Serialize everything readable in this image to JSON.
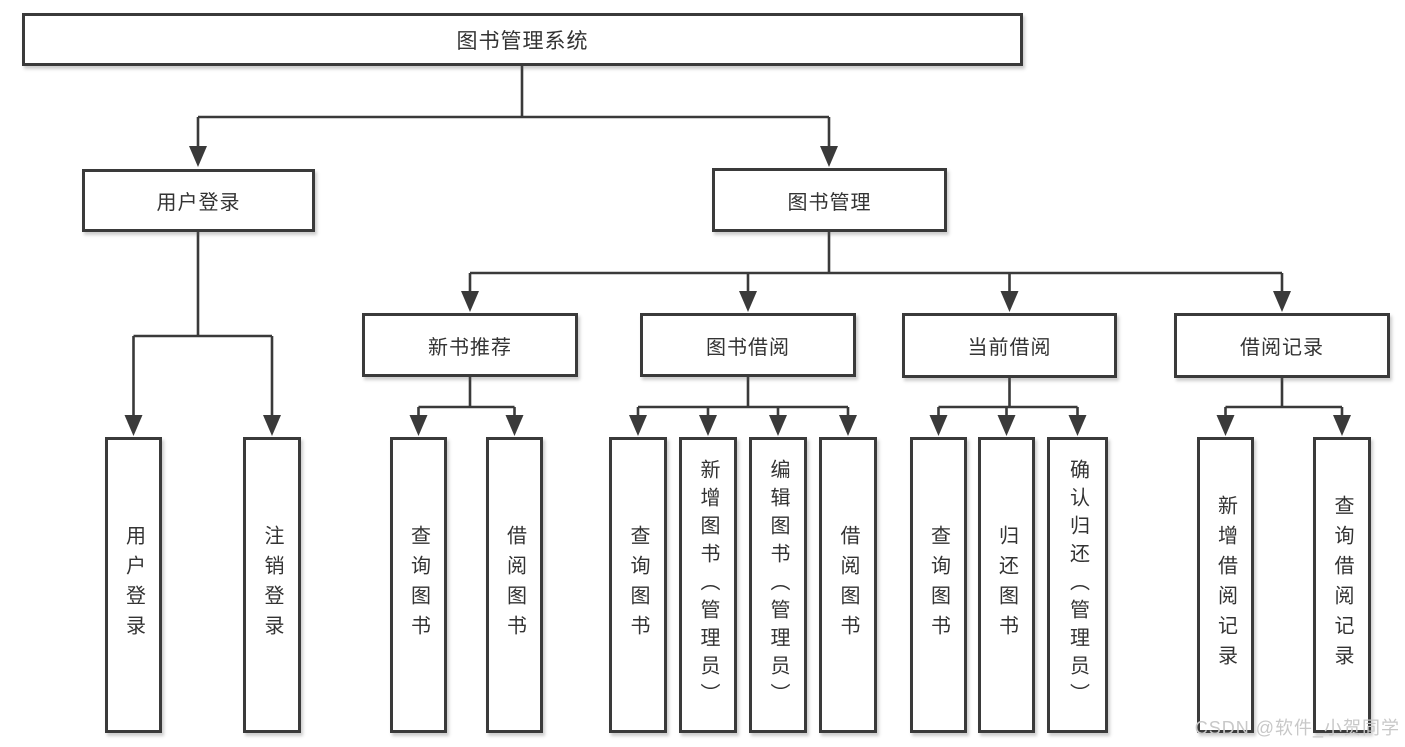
{
  "diagram_title": "图书管理系统",
  "nodes": {
    "root": "图书管理系统",
    "user_login": "用户登录",
    "book_mgmt": "图书管理",
    "new_book_rec": "新书推荐",
    "book_borrow": "图书借阅",
    "current_borrow": "当前借阅",
    "borrow_records": "借阅记录",
    "leaf_user_login": "用户登录",
    "leaf_logout": "注销登录",
    "leaf_query_books_rec": "查询图书",
    "leaf_borrow_books_rec": "借阅图书",
    "leaf_query_books_borrow": "查询图书",
    "leaf_add_books": "新增图书（管理员）",
    "leaf_edit_books": "编辑图书（管理员）",
    "leaf_borrow_books": "借阅图书",
    "leaf_query_books_current": "查询图书",
    "leaf_return_books": "归还图书",
    "leaf_confirm_return": "确认归还（管理员）",
    "leaf_add_borrow_record": "新增借阅记录",
    "leaf_query_borrow_record": "查询借阅记录"
  },
  "tree": {
    "label": "图书管理系统",
    "children": [
      {
        "label": "用户登录",
        "children": [
          {
            "label": "用户登录"
          },
          {
            "label": "注销登录"
          }
        ]
      },
      {
        "label": "图书管理",
        "children": [
          {
            "label": "新书推荐",
            "children": [
              {
                "label": "查询图书"
              },
              {
                "label": "借阅图书"
              }
            ]
          },
          {
            "label": "图书借阅",
            "children": [
              {
                "label": "查询图书"
              },
              {
                "label": "新增图书（管理员）"
              },
              {
                "label": "编辑图书（管理员）"
              },
              {
                "label": "借阅图书"
              }
            ]
          },
          {
            "label": "当前借阅",
            "children": [
              {
                "label": "查询图书"
              },
              {
                "label": "归还图书"
              },
              {
                "label": "确认归还（管理员）"
              }
            ]
          },
          {
            "label": "借阅记录",
            "children": [
              {
                "label": "新增借阅记录"
              },
              {
                "label": "查询借阅记录"
              }
            ]
          }
        ]
      }
    ]
  },
  "watermark": {
    "text": "CSDN @软件_小贺同学"
  },
  "colors": {
    "line": "#3a3a3a",
    "box_border": "#3a3a3a",
    "text": "#333333",
    "box_background": "#ffffff",
    "page_background": "#ffffff",
    "watermark": "#c8c8c8"
  }
}
